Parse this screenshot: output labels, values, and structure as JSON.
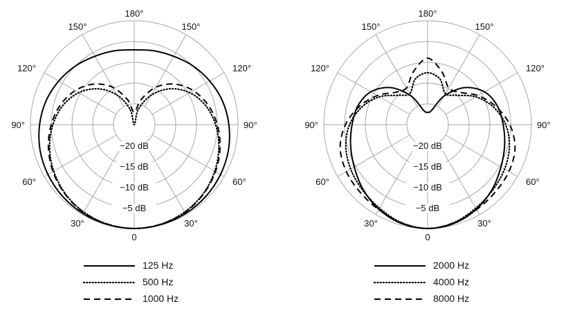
{
  "chart_data": [
    {
      "type": "polar-line",
      "radial_unit": "dB",
      "rlim": [
        -25,
        0
      ],
      "ring_labels": [
        "−20 dB",
        "−15 dB",
        "−10 dB",
        "−5 dB"
      ],
      "angle_labels": {
        "0": "0",
        "30": "30°",
        "60": "60°",
        "90": "90°",
        "120": "120°",
        "150": "150°",
        "180": "180°"
      },
      "grid": true,
      "legend_position": "bottom",
      "angles": [
        0,
        15,
        30,
        45,
        60,
        75,
        90,
        105,
        120,
        135,
        150,
        165,
        180
      ],
      "series": [
        {
          "name": "125 Hz",
          "linestyle": "solid",
          "values": [
            0,
            -0.1,
            -0.3,
            -0.6,
            -1.0,
            -1.5,
            -2.2,
            -3.0,
            -4.0,
            -5.0,
            -6.0,
            -6.6,
            -7.0
          ]
        },
        {
          "name": "500 Hz",
          "linestyle": "dotted",
          "values": [
            0,
            -0.2,
            -0.7,
            -1.5,
            -2.6,
            -3.9,
            -5.4,
            -7.2,
            -9.6,
            -12.8,
            -16.8,
            -21.2,
            -25.0
          ]
        },
        {
          "name": "1000 Hz",
          "linestyle": "dashed",
          "values": [
            0,
            -0.2,
            -0.6,
            -1.4,
            -2.4,
            -3.6,
            -5.0,
            -6.6,
            -8.6,
            -11.2,
            -14.6,
            -18.8,
            -22.0
          ]
        }
      ]
    },
    {
      "type": "polar-line",
      "radial_unit": "dB",
      "rlim": [
        -25,
        0
      ],
      "ring_labels": [
        "−20 dB",
        "−15 dB",
        "−10 dB",
        "−5 dB"
      ],
      "angle_labels": {
        "0": "0",
        "30": "30°",
        "60": "60°",
        "90": "90°",
        "120": "120°",
        "150": "150°",
        "180": "180°"
      },
      "grid": true,
      "legend_position": "bottom",
      "angles": [
        0,
        15,
        30,
        45,
        60,
        75,
        90,
        105,
        120,
        135,
        150,
        165,
        180
      ],
      "series": [
        {
          "name": "2000 Hz",
          "linestyle": "solid",
          "values": [
            0,
            -0.4,
            -1.5,
            -3.0,
            -4.6,
            -5.8,
            -6.8,
            -7.6,
            -9.2,
            -12.4,
            -17.0,
            -21.5,
            -22.0
          ]
        },
        {
          "name": "4000 Hz",
          "linestyle": "dotted",
          "values": [
            0,
            -0.6,
            -1.8,
            -2.8,
            -3.6,
            -4.6,
            -6.2,
            -8.6,
            -11.6,
            -15.0,
            -16.4,
            -13.6,
            -12.5
          ]
        },
        {
          "name": "8000 Hz",
          "linestyle": "dashed",
          "values": [
            0,
            -0.5,
            -1.4,
            -2.0,
            -2.4,
            -3.2,
            -5.2,
            -8.0,
            -11.0,
            -14.0,
            -14.8,
            -11.8,
            -9.0
          ]
        }
      ]
    }
  ]
}
